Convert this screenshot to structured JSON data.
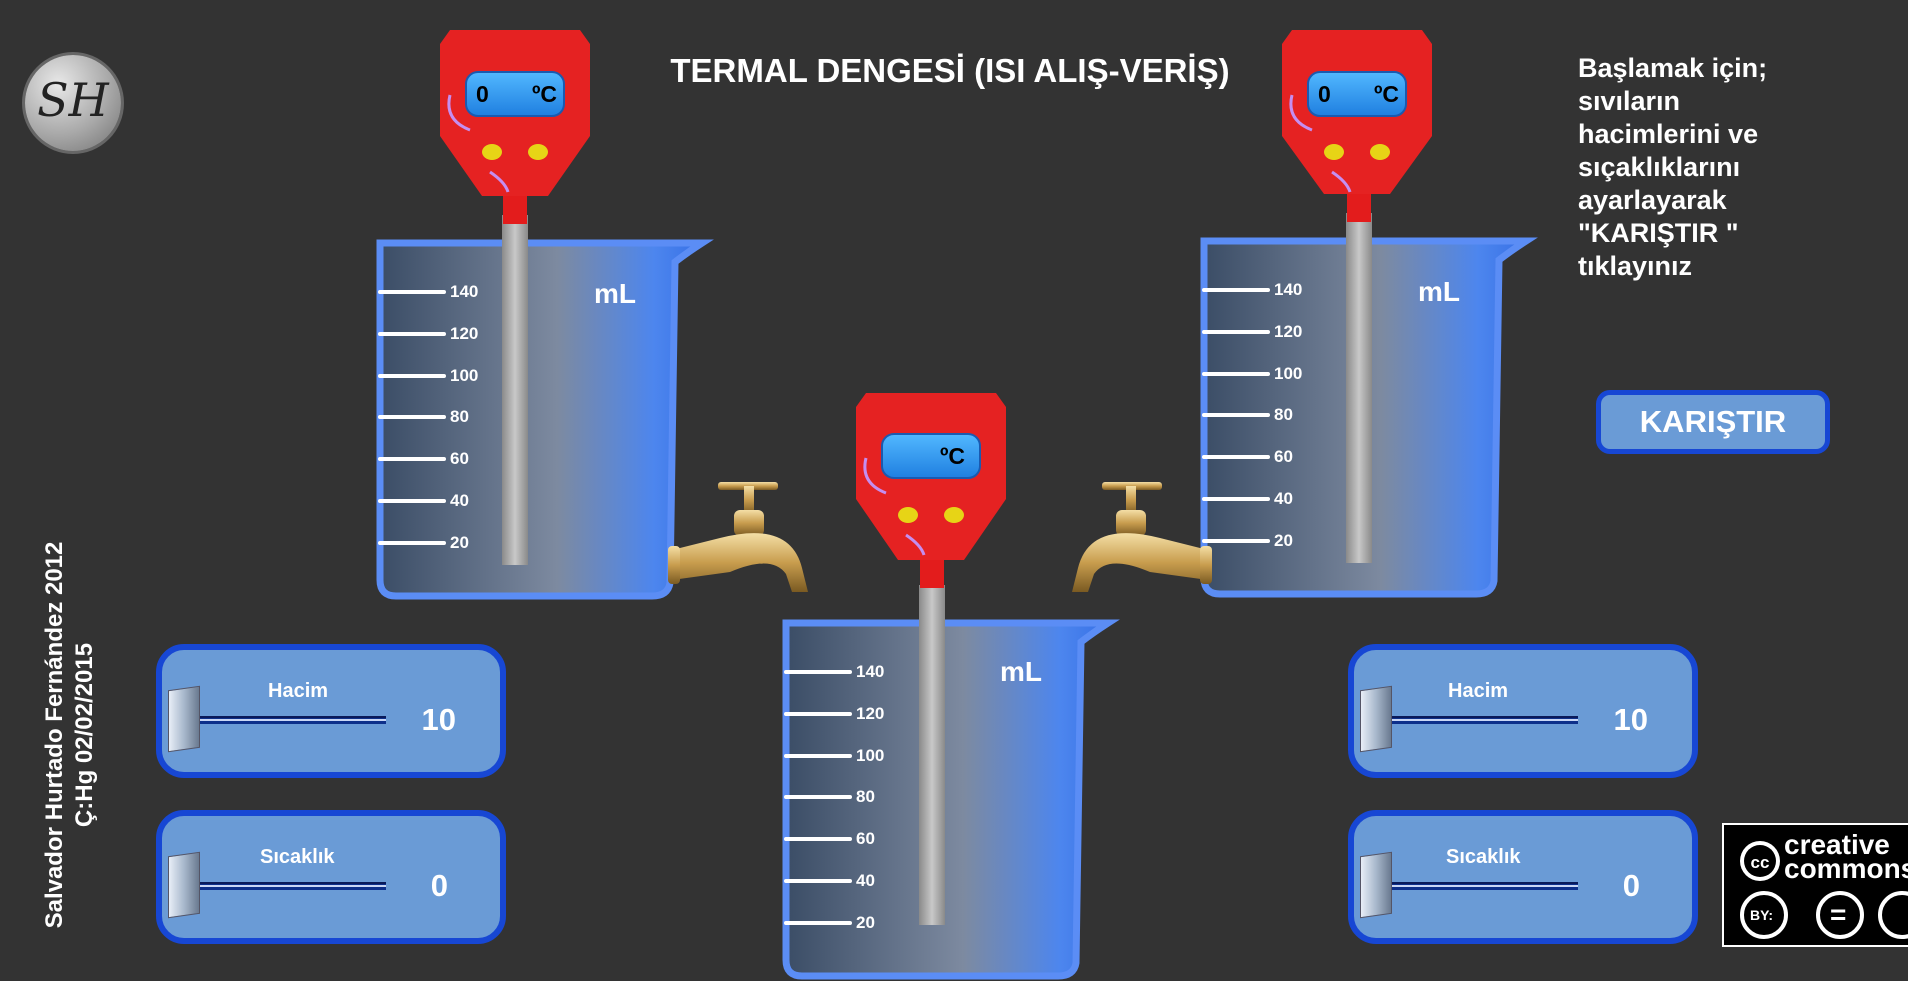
{
  "title": "TERMAL DENGESİ (ISI ALIŞ-VERİŞ)",
  "instructions": [
    " Başlamak için;",
    "sıvıların",
    "hacimlerini ve",
    "sıçaklıklarını",
    "ayarlayarak",
    "\"KARIŞTIR \"",
    "tıklayınız"
  ],
  "author": {
    "line1": "Salvador Hurtado Fernández 2012",
    "line2": "Ç:Hg  02/02/2015"
  },
  "logo_text": "SH",
  "mix_button": "KARIŞTIR",
  "beaker_unit": "mL",
  "scale_ticks": [
    "140",
    "120",
    "100",
    "80",
    "60",
    "40",
    "20"
  ],
  "thermometers": {
    "left": {
      "value": "0",
      "unit": "ºC"
    },
    "right": {
      "value": "0",
      "unit": "ºC"
    },
    "bottom": {
      "value": "",
      "unit": "ºC"
    }
  },
  "controls": {
    "left": {
      "volume_label": "Hacim",
      "volume_value": "10",
      "temp_label": "Sıcaklık",
      "temp_value": "0"
    },
    "right": {
      "volume_label": "Hacim",
      "volume_value": "10",
      "temp_label": "Sıcaklık",
      "temp_value": "0"
    }
  },
  "license": {
    "line1": "creative",
    "line2": "commons",
    "badge_by": "BY:",
    "badge_nd": "="
  },
  "colors": {
    "background": "#333333",
    "panel": "#6a9bd6",
    "panel_border": "#1747d4",
    "thermometer": "#e52222",
    "beaker": "#3d78e8"
  }
}
